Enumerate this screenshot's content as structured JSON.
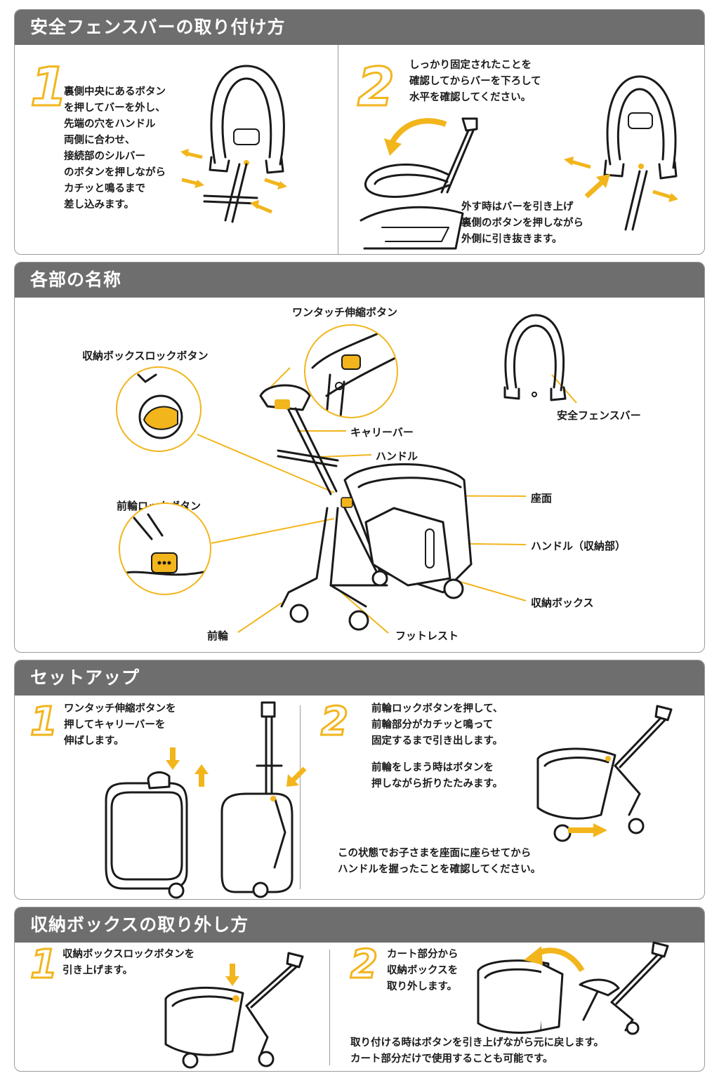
{
  "sections": {
    "fence": {
      "title": "安全フェンスバーの取り付け方",
      "step1": {
        "num": "1",
        "text": "裏側中央にあるボタン\nを押してバーを外し、\n先端の穴をハンドル\n両側に合わせ、\n接続部のシルバー\nのボタンを押しながら\nカチッと鳴るまで\n差し込みます。"
      },
      "step2": {
        "num": "2",
        "text": "しっかり固定されたことを\n確認してからバーを下ろして\n水平を確認してください。",
        "note": "外す時はバーを引き上げ\n裏側のボタンを押しながら\n外側に引き抜きます。"
      }
    },
    "parts": {
      "title": "各部の名称",
      "labels": {
        "one_touch": "ワンタッチ伸縮ボタン",
        "storage_lock": "収納ボックスロックボタン",
        "fence_bar": "安全フェンスバー",
        "carry_bar": "キャリーバー",
        "handle": "ハンドル",
        "seat": "座面",
        "front_lock": "前輪ロックボタン",
        "handle_storage": "ハンドル（収納部）",
        "storage_box": "収納ボックス",
        "front_wheel": "前輪",
        "footrest": "フットレスト"
      }
    },
    "setup": {
      "title": "セットアップ",
      "step1": {
        "num": "1",
        "text": "ワンタッチ伸縮ボタンを\n押してキャリーバーを\n伸ばします。"
      },
      "step2": {
        "num": "2",
        "text": "前輪ロックボタンを押して、\n前輪部分がカチッと鳴って\n固定するまで引き出します。",
        "text2": "前輪をしまう時はボタンを\n押しながら折りたたみます。",
        "note": "この状態でお子さまを座面に座らせてから\nハンドルを握ったことを確認してください。"
      }
    },
    "remove": {
      "title": "収納ボックスの取り外し方",
      "step1": {
        "num": "1",
        "text": "収納ボックスロックボタンを\n引き上げます。"
      },
      "step2": {
        "num": "2",
        "text": "カート部分から\n収納ボックスを\n取り外します。",
        "note": "取り付ける時はボタンを引き上げながら元に戻します。\nカート部分だけで使用することも可能です。"
      }
    }
  },
  "colors": {
    "accent": "#f2b51c",
    "header": "#6e6e6e",
    "border": "#9a9a9a"
  }
}
